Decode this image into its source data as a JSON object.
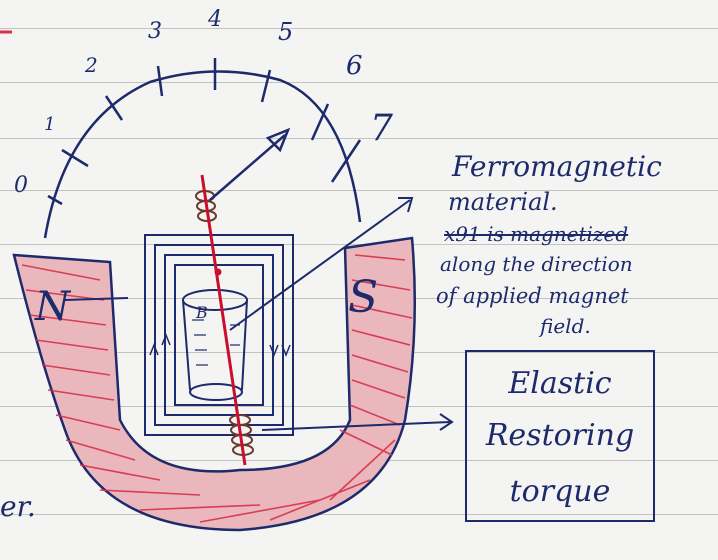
{
  "scale": {
    "ticks": [
      "0",
      "1",
      "2",
      "3",
      "4",
      "5",
      "6",
      "7"
    ]
  },
  "magnet": {
    "north_label": "N",
    "south_label": "S",
    "core_label": "B",
    "color": "#d9304a"
  },
  "annotation": {
    "line1": "Ferromagnetic",
    "line2": "material.",
    "line3": "x91 is magnetized",
    "line4": "along the direction",
    "line5": "of applied magnet",
    "line6": "field."
  },
  "torque_box": {
    "line1": "Elastic",
    "line2": "Restoring",
    "line3": "torque"
  },
  "margin_text": "er.",
  "ink_color": "#1d2a6b",
  "pointer_color": "#c8102e"
}
